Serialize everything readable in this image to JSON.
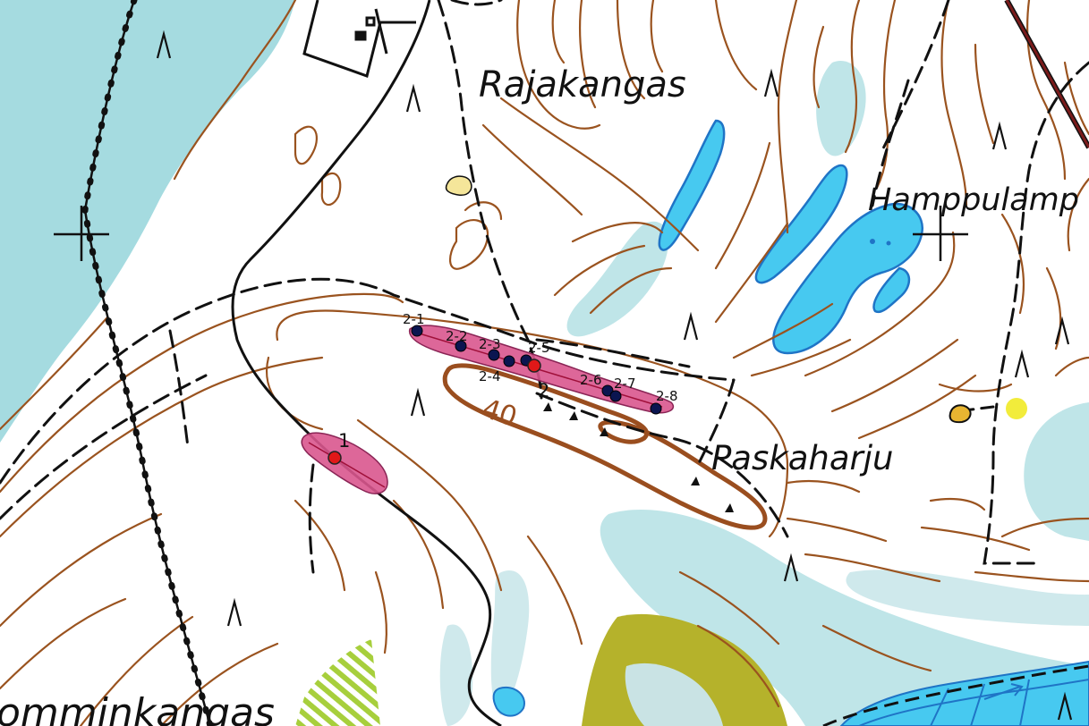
{
  "colors": {
    "water": "#a5dbe0",
    "lake": "#47c9f0",
    "lake_edge": "#1f74c6",
    "contour": "#9a531f",
    "index_contour": "#9a4e1f",
    "marsh": "#bfe5e8",
    "field": "#b5b22b",
    "site_fill": "#d9578e",
    "site_marker": "#e01818",
    "point_marker": "#0b1550",
    "track": "#111111",
    "power_line": "#7a1b1b"
  },
  "places": [
    {
      "id": "rajakangas",
      "name": "Rajakangas"
    },
    {
      "id": "hamppulampi",
      "name": "Hamppulamp"
    },
    {
      "id": "paskaharju",
      "name": "Paskaharju"
    },
    {
      "id": "homminkangas",
      "name": "omminkangas"
    }
  ],
  "contour_label": "40",
  "sites": [
    {
      "id": "site-1",
      "label": "1"
    },
    {
      "id": "site-2",
      "label": "2"
    }
  ],
  "points": [
    "2-1",
    "2-2",
    "2-3",
    "2-4",
    "2-5",
    "2-6",
    "2-7",
    "2-8"
  ],
  "icons": [
    "heath-symbol",
    "boulder-symbol",
    "grid-cross",
    "depression-triangle",
    "stream-arrow"
  ]
}
